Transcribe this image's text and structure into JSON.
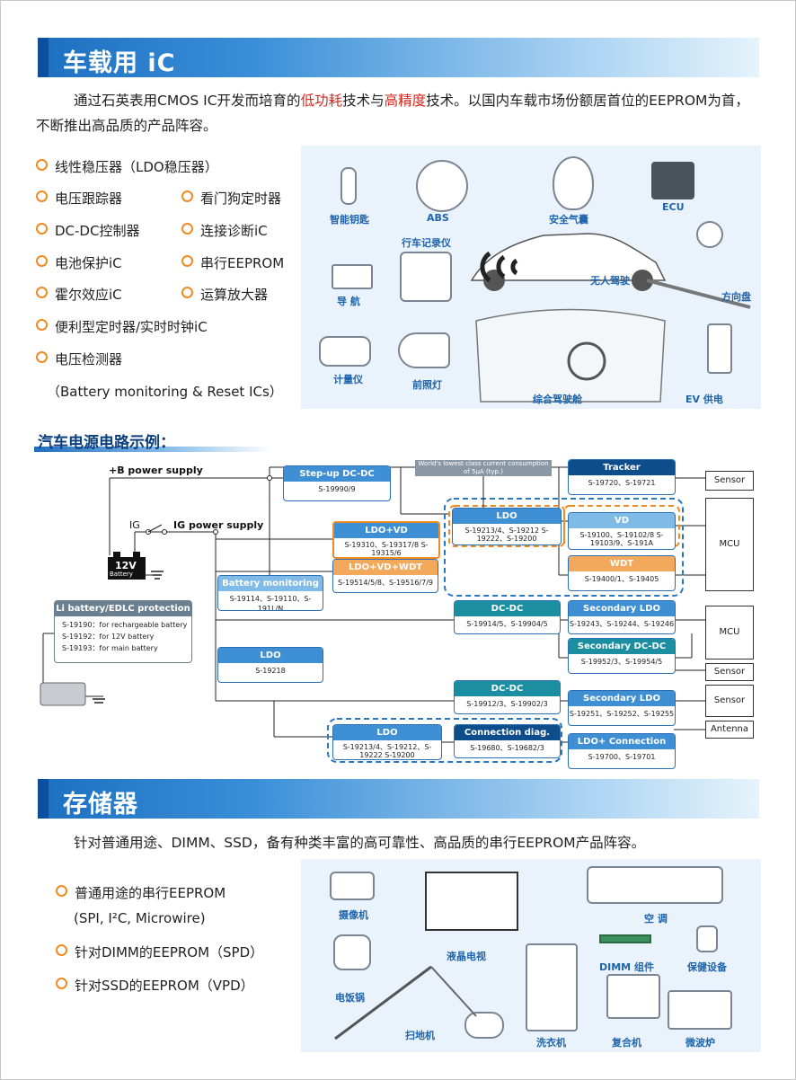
{
  "section1": {
    "title": "车载用 iC",
    "intro": {
      "p1": "通过石英表用CMOS IC开发而培育的",
      "h1": "低功耗",
      "p2": "技术与",
      "h2": "高精度",
      "p3": "技术。以国内车载市场份额居首位的EEPROM为首，不断推出高品质的产品阵容。"
    },
    "products_left": [
      "线性稳压器（LDO稳压器）",
      "电压跟踪器",
      "DC-DC控制器",
      "电池保护iC",
      "霍尔效应iC",
      "便利型定时器/实时时钟iC",
      "电压检测器"
    ],
    "products_right": [
      "看门狗定时器",
      "连接诊断iC",
      "串行EEPROM",
      "运算放大器"
    ],
    "battery_note": "（Battery monitoring & Reset ICs）",
    "apps": [
      "智能钥匙",
      "ABS",
      "安全气囊",
      "ECU",
      "行车记录仪",
      "导 航",
      "无人驾驶",
      "方向盘",
      "计量仪",
      "前照灯",
      "综合驾驶舱",
      "EV 供电"
    ]
  },
  "circuit": {
    "title": "汽车电源电路示例：",
    "labels": {
      "b_power": "+B power supply",
      "ig": "IG",
      "ig_power": "IG power supply",
      "battery": "12V",
      "battery_sub": "Battery"
    },
    "note": "World's lowest class current consumption of 5μA (typ.)",
    "boxes": {
      "stepup": {
        "title": "Step-up DC-DC",
        "parts": "S-19990/9"
      },
      "tracker": {
        "title": "Tracker",
        "parts": "S-19720、S-19721"
      },
      "ldo1": {
        "title": "LDO",
        "parts": "S-19213/4、S-19212 S-19222、S-19200"
      },
      "vd": {
        "title": "VD",
        "parts": "S-19100、S-19102/8 S-19103/9、S-191A"
      },
      "ldovd": {
        "title": "LDO+VD",
        "parts": "S-19310、S-19317/8 S-19315/6"
      },
      "ldovdwdt": {
        "title": "LDO+VD+WDT",
        "parts": "S-19514/5/8、S-19516/7/9"
      },
      "wdt": {
        "title": "WDT",
        "parts": "S-19400/1、S-19405"
      },
      "battmon": {
        "title": "Battery monitoring",
        "parts": "S-19114、S-19110、S-191L/N"
      },
      "liprot": {
        "title": "Li battery/EDLC protection",
        "lines": [
          "S-19190：for rechargeable battery",
          "S-19192：for 12V battery",
          "S-19193：for main battery"
        ]
      },
      "dcdc1": {
        "title": "DC-DC",
        "parts": "S-19914/5、S-19904/5"
      },
      "secldo1": {
        "title": "Secondary LDO",
        "parts": "S-19243、S-19244、S-19246"
      },
      "secdcdc": {
        "title": "Secondary DC-DC",
        "parts": "S-19952/3、S-19954/5"
      },
      "ldo2": {
        "title": "LDO",
        "parts": "S-19218"
      },
      "dcdc2": {
        "title": "DC-DC",
        "parts": "S-19912/3、S-19902/3"
      },
      "secldo2": {
        "title": "Secondary LDO",
        "parts": "S-19251、S-19252、S-19255"
      },
      "ldo3": {
        "title": "LDO",
        "parts": "S-19213/4、S-19212、S-19222 S-19200"
      },
      "conndiag": {
        "title": "Connection diag.",
        "parts": "S-19680、S-19682/3"
      },
      "ldoconn": {
        "title": "LDO+ Connection diag.",
        "parts": "S-19700、S-19701"
      }
    },
    "outputs": {
      "sensor1": "Sensor",
      "mcu1": "MCU",
      "mcu2": "MCU",
      "sensor2": "Sensor",
      "sensor3": "Sensor",
      "antenna": "Antenna"
    }
  },
  "section2": {
    "title": "存储器",
    "intro": "针对普通用途、DIMM、SSD，备有种类丰富的高可靠性、高品质的串行EEPROM产品阵容。",
    "products": [
      "普通用途的串行EEPROM",
      "(SPI, I²C, Microwire)",
      "针对DIMM的EEPROM（SPD）",
      "针对SSD的EEPROM（VPD）"
    ],
    "apps": [
      "摄像机",
      "液晶电视",
      "空 调",
      "DIMM 组件",
      "保健设备",
      "电饭锅",
      "扫地机",
      "洗衣机",
      "复合机",
      "微波炉"
    ]
  },
  "colors": {
    "accent": "#1d6fc0",
    "highlight": "#d9251c",
    "bullet": "#f08a24"
  }
}
